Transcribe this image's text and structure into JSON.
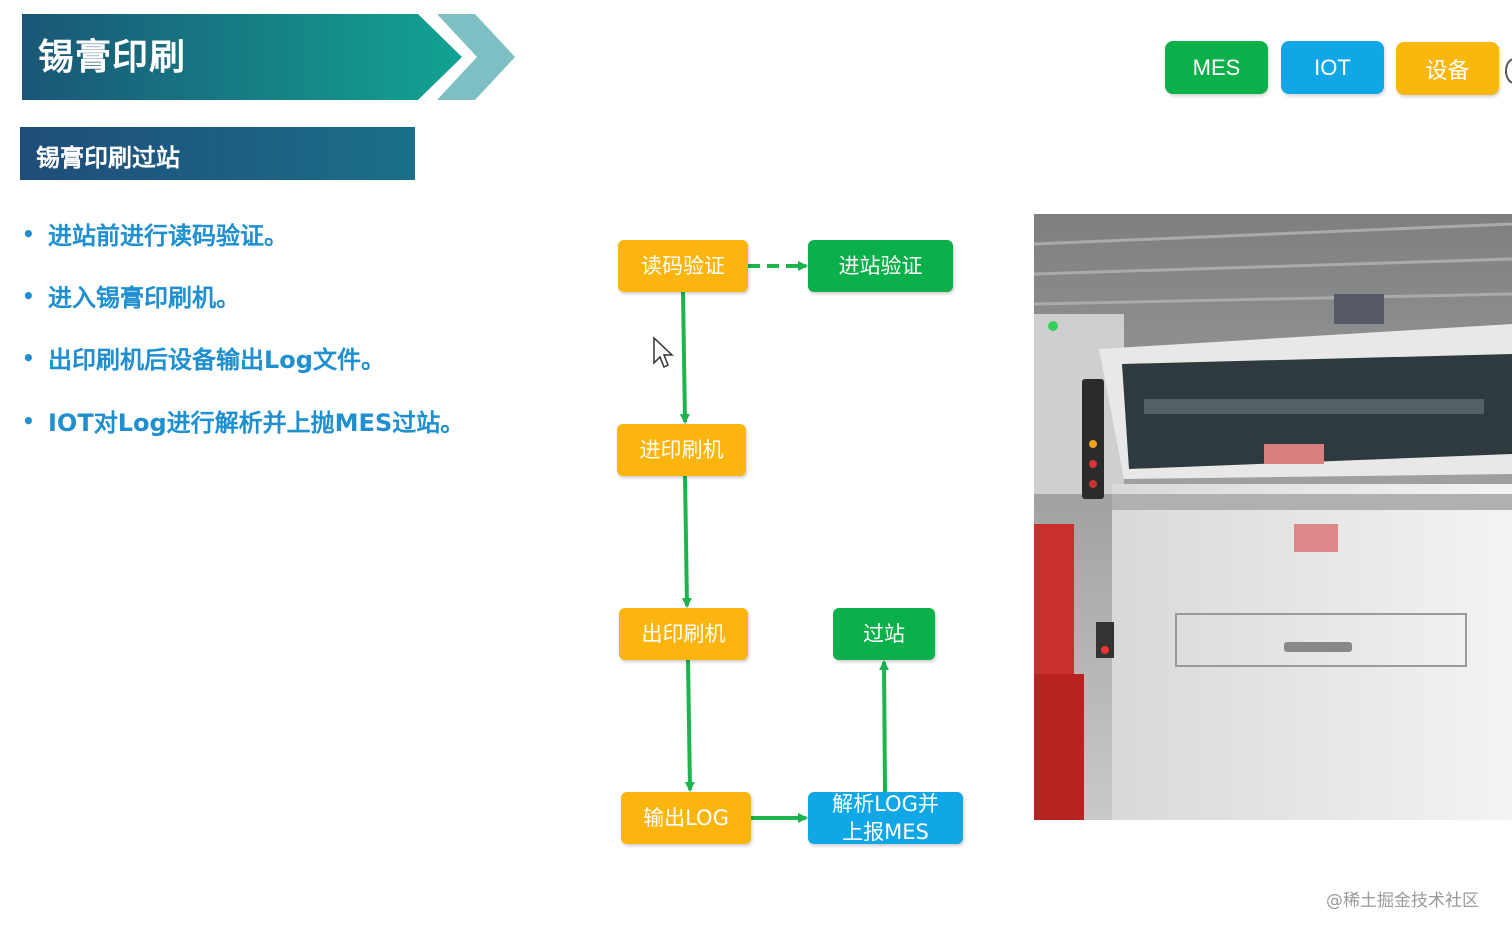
{
  "header": {
    "title": "锡膏印刷",
    "section_title": "锡膏印刷过站",
    "banner_colors": [
      "#1a5676",
      "#12a392",
      "#7dbfc2"
    ]
  },
  "bullets": [
    "进站前进行读码验证。",
    "进入锡膏印刷机。",
    "出印刷机后设备输出Log文件。",
    "IOT对Log进行解析并上抛MES过站。"
  ],
  "top_buttons": {
    "mes": {
      "label": "MES",
      "color": "#0bb04a"
    },
    "iot": {
      "label": "IOT",
      "color": "#11a7e6"
    },
    "equipment": {
      "label": "设备",
      "color": "#fab70d"
    }
  },
  "flow": {
    "nodes": {
      "read_code_verify": "读码验证",
      "station_entry_verify": "进站验证",
      "enter_printer": "进印刷机",
      "exit_printer": "出印刷机",
      "output_log": "输出LOG",
      "parse_log_line1": "解析LOG并",
      "parse_log_line2": "上报MES",
      "pass_station": "过站"
    },
    "colors": {
      "step": "#fbb50e",
      "mes_step": "#0bb04a",
      "iot_step": "#11a7e6",
      "arrow": "#1db34e"
    }
  },
  "photo": {
    "icons": [
      "mouse-cursor-icon"
    ]
  },
  "watermark": "@稀土掘金技术社区"
}
